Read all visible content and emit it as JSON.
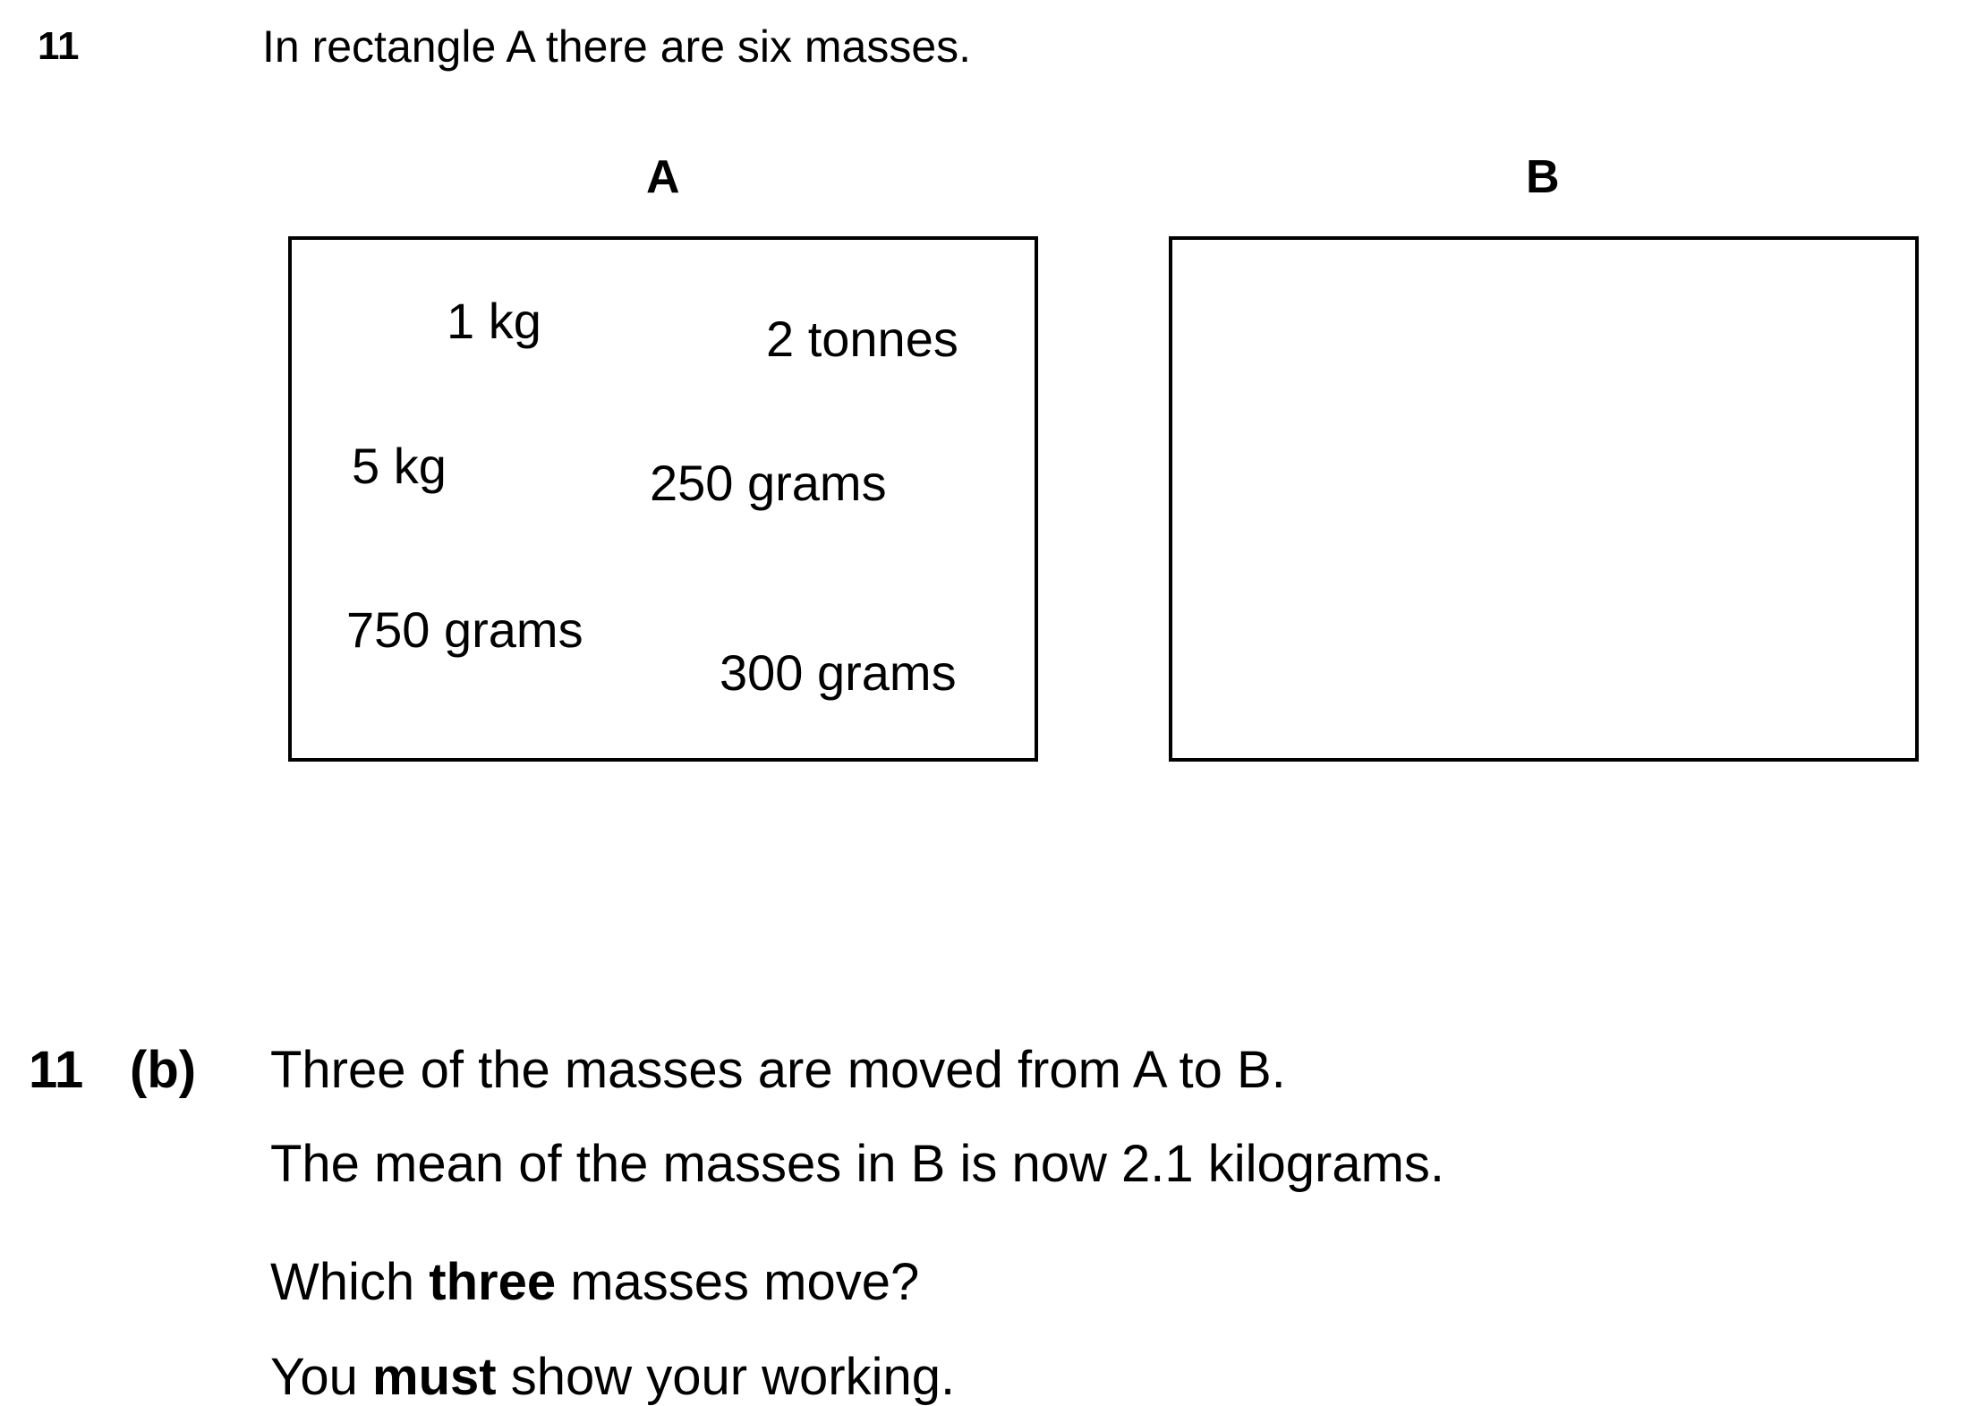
{
  "question": {
    "number": "11",
    "intro": "In rectangle A there are six masses."
  },
  "rectangles": {
    "a": {
      "label": "A",
      "masses": [
        "1 kg",
        "2 tonnes",
        "5 kg",
        "250 grams",
        "750 grams",
        "300 grams"
      ]
    },
    "b": {
      "label": "B"
    }
  },
  "part_b": {
    "number": "11",
    "part": "(b)",
    "line1": "Three of the masses are moved from A to B.",
    "line2": "The mean of the masses in B is now 2.1 kilograms.",
    "line3_before": "Which ",
    "line3_bold": "three",
    "line3_after": " masses move?",
    "line4_before": "You ",
    "line4_bold": "must",
    "line4_after": " show your working."
  }
}
